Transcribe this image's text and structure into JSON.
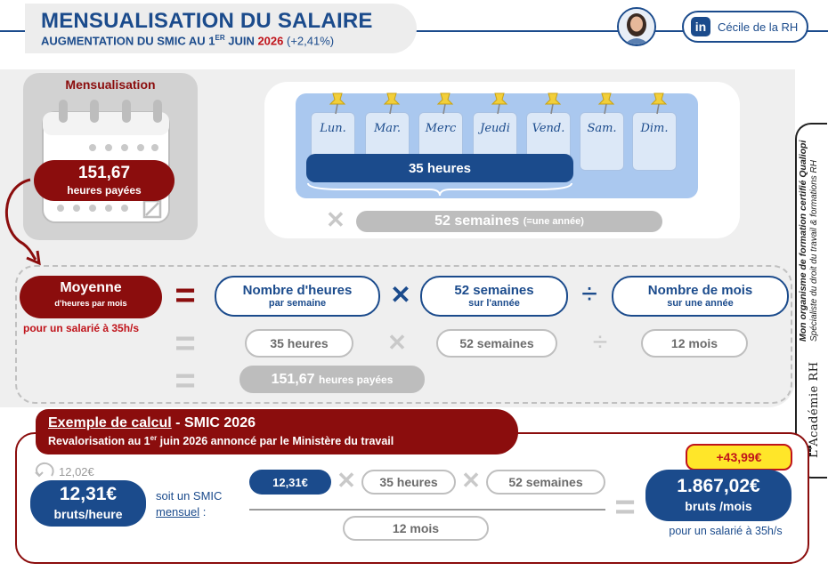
{
  "header": {
    "title": "MENSUALISATION DU SALAIRE",
    "subtitle_prefix": "AUGMENTATION DU SMIC AU 1",
    "subtitle_sup": "ER",
    "subtitle_mid": " JUIN ",
    "subtitle_year": "2026",
    "subtitle_pct": " (+2,41%)",
    "profile_name": "Cécile de la RH",
    "linkedin_label": "in"
  },
  "calendar": {
    "label": "Mensualisation",
    "hours": "151,67",
    "hours_caption": "heures payées"
  },
  "week": {
    "days": [
      "Lun.",
      "Mar.",
      "Merc",
      "Jeudi",
      "Vend.",
      "Sam.",
      "Dim."
    ],
    "hours_bar": "35 heures",
    "times_symbol": "✕",
    "weeks_bar": "52 semaines",
    "weeks_note": "(=une année)"
  },
  "formula": {
    "avg_title": "Moyenne",
    "avg_sub": "d'heures par mois",
    "avg_note": "pour un salarié à 35h/s",
    "eq": "=",
    "term1_title": "Nombre d'heures",
    "term1_sub": "par semaine",
    "times": "✕",
    "term2_title": "52 semaines",
    "term2_sub": "sur l'année",
    "div": "÷",
    "term3_title": "Nombre de mois",
    "term3_sub": "sur une année",
    "row2": [
      "35 heures",
      "52 semaines",
      "12 mois"
    ],
    "result_value": "151,67",
    "result_unit": "heures payées"
  },
  "example": {
    "title_underlined": "Exemple de calcul",
    "title_rest": " - SMIC 2026",
    "sub_prefix": "Revalorisation au 1",
    "sub_sup": "er",
    "sub_rest": " juin 2026 annoncé par le Ministère du travail",
    "old_rate": "12,02€",
    "new_rate": "12,31€",
    "rate_unit": "bruts/heure",
    "soit_line1": "soit un SMIC",
    "soit_line2": "mensuel",
    "soit_colon": " :",
    "chip_rate": "12,31€",
    "chip_hours": "35 heures",
    "chip_weeks": "52 semaines",
    "denominator": "12 mois",
    "increase": "+43,99€",
    "result_value": "1.867,02€",
    "result_unit": "bruts /mois",
    "result_note": "pour un salarié à 35h/s"
  },
  "sidebar": {
    "line1": "Mon organisme de formation certifié Qualiopi",
    "line2": "Spécialiste du droit du travail & formations RH",
    "brand": "L'Académie RH"
  },
  "colors": {
    "navy": "#1b4b8c",
    "dark_red": "#8b0d0d",
    "light_blue": "#aac8ef",
    "yellow": "#ffe629",
    "grey": "#bfbfbf"
  }
}
